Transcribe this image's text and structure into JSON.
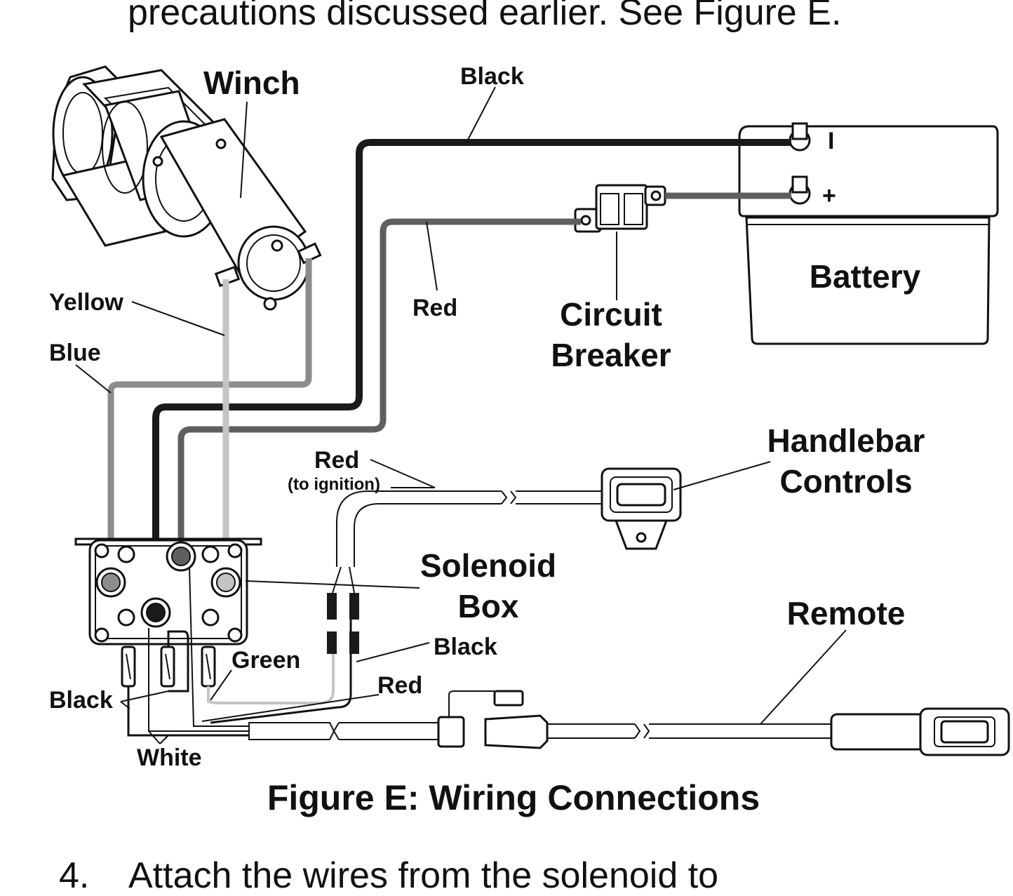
{
  "text": {
    "top_line": "precautions discussed earlier.  See Figure E.",
    "caption": "Figure E:  Wiring Connections",
    "step_number": "4.",
    "step_text": "Attach the wires from the solenoid to"
  },
  "labels": {
    "winch": "Winch",
    "black_top": "Black",
    "battery": "Battery",
    "battery_neg": "I",
    "battery_pos": "+",
    "yellow": "Yellow",
    "blue": "Blue",
    "red_main": "Red",
    "circuit_breaker_line1": "Circuit",
    "circuit_breaker_line2": "Breaker",
    "handlebar_line1": "Handlebar",
    "handlebar_line2": "Controls",
    "red_ignition": "Red",
    "to_ignition": "(to ignition)",
    "solenoid_line1": "Solenoid",
    "solenoid_line2": "Box",
    "remote": "Remote",
    "black_mid": "Black",
    "green": "Green",
    "red_low": "Red",
    "black_left": "Black",
    "white": "White"
  },
  "colors": {
    "wire_black": "#1a1a1a",
    "wire_red": "#5f5f5f",
    "wire_blue": "#8c8c8c",
    "wire_yellow": "#c4c4c4",
    "wire_green": "#c4c4c4",
    "line": "#111111",
    "background": "#ffffff"
  }
}
